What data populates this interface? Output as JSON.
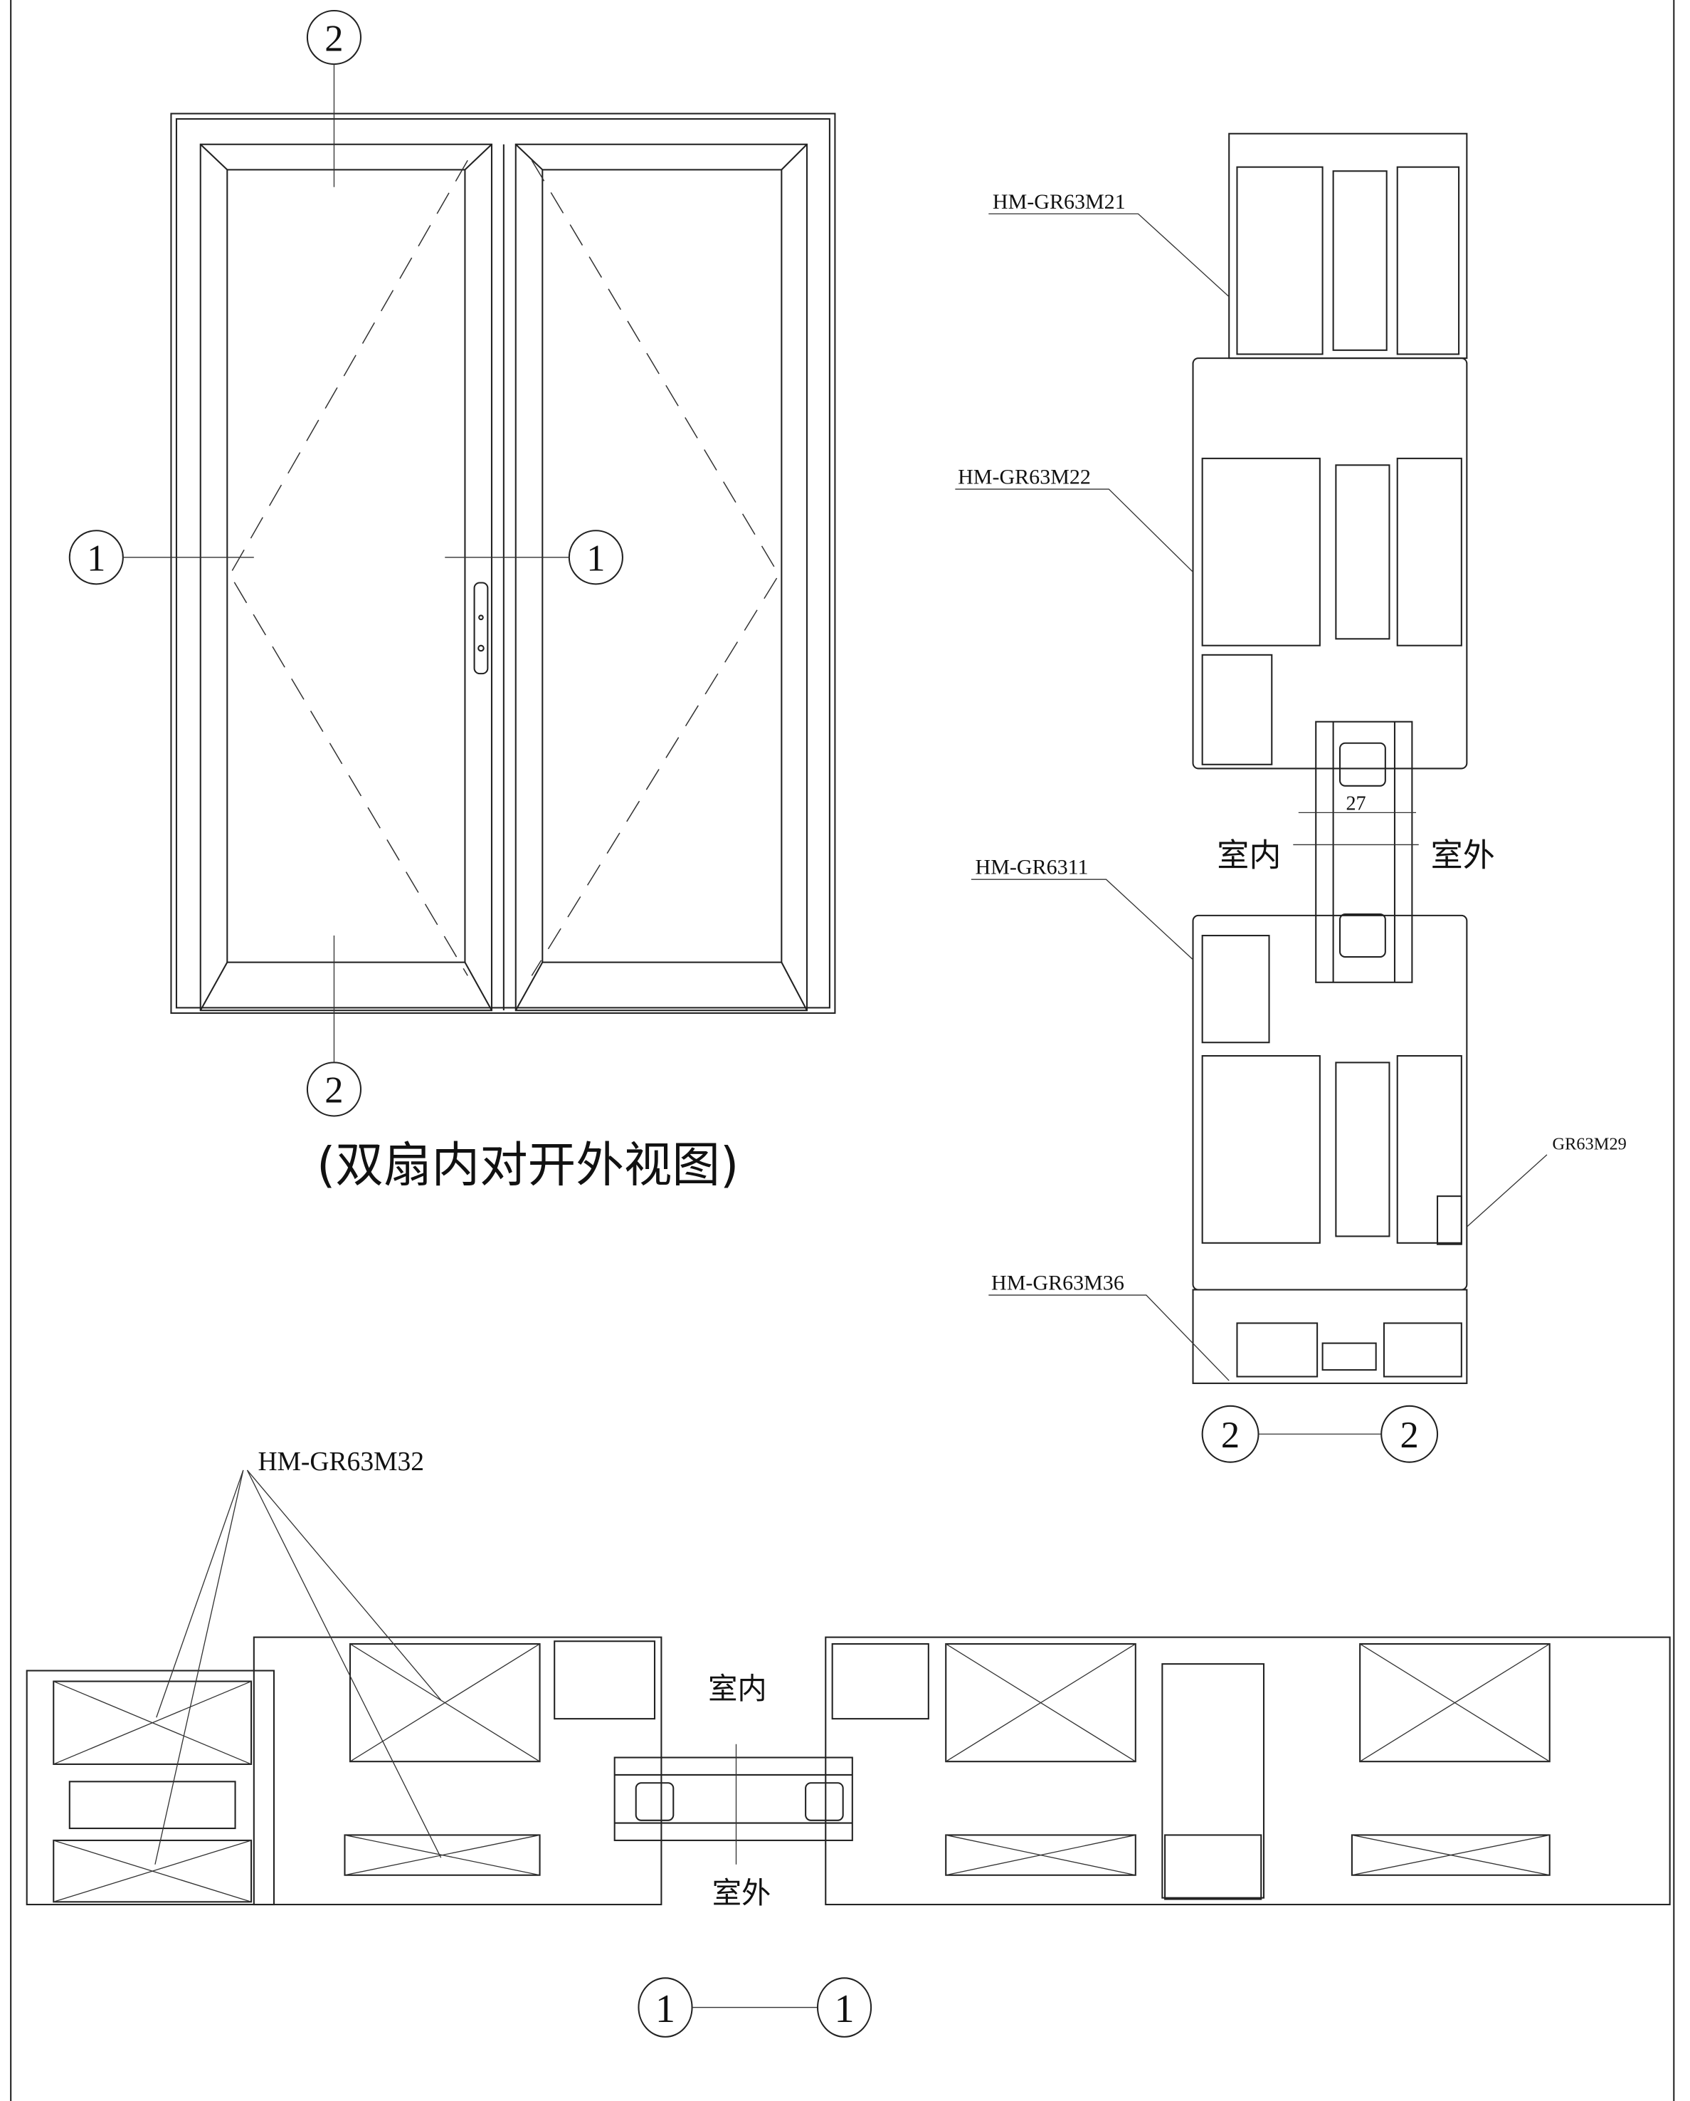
{
  "elevation": {
    "caption": "(双扇内对开外视图)",
    "markers": {
      "section_1": "1",
      "section_2": "2"
    }
  },
  "section_2_2": {
    "labels": [
      "HM-GR63M21",
      "HM-GR63M22",
      "HM-GR6311",
      "GR63M29",
      "HM-GR63M36"
    ],
    "dimension": "27",
    "indoor": "室内",
    "outdoor": "室外",
    "marker_left": "2",
    "marker_right": "2"
  },
  "section_1_1": {
    "label": "HM-GR63M32",
    "indoor": "室内",
    "outdoor": "室外",
    "marker_left": "1",
    "marker_right": "1"
  }
}
